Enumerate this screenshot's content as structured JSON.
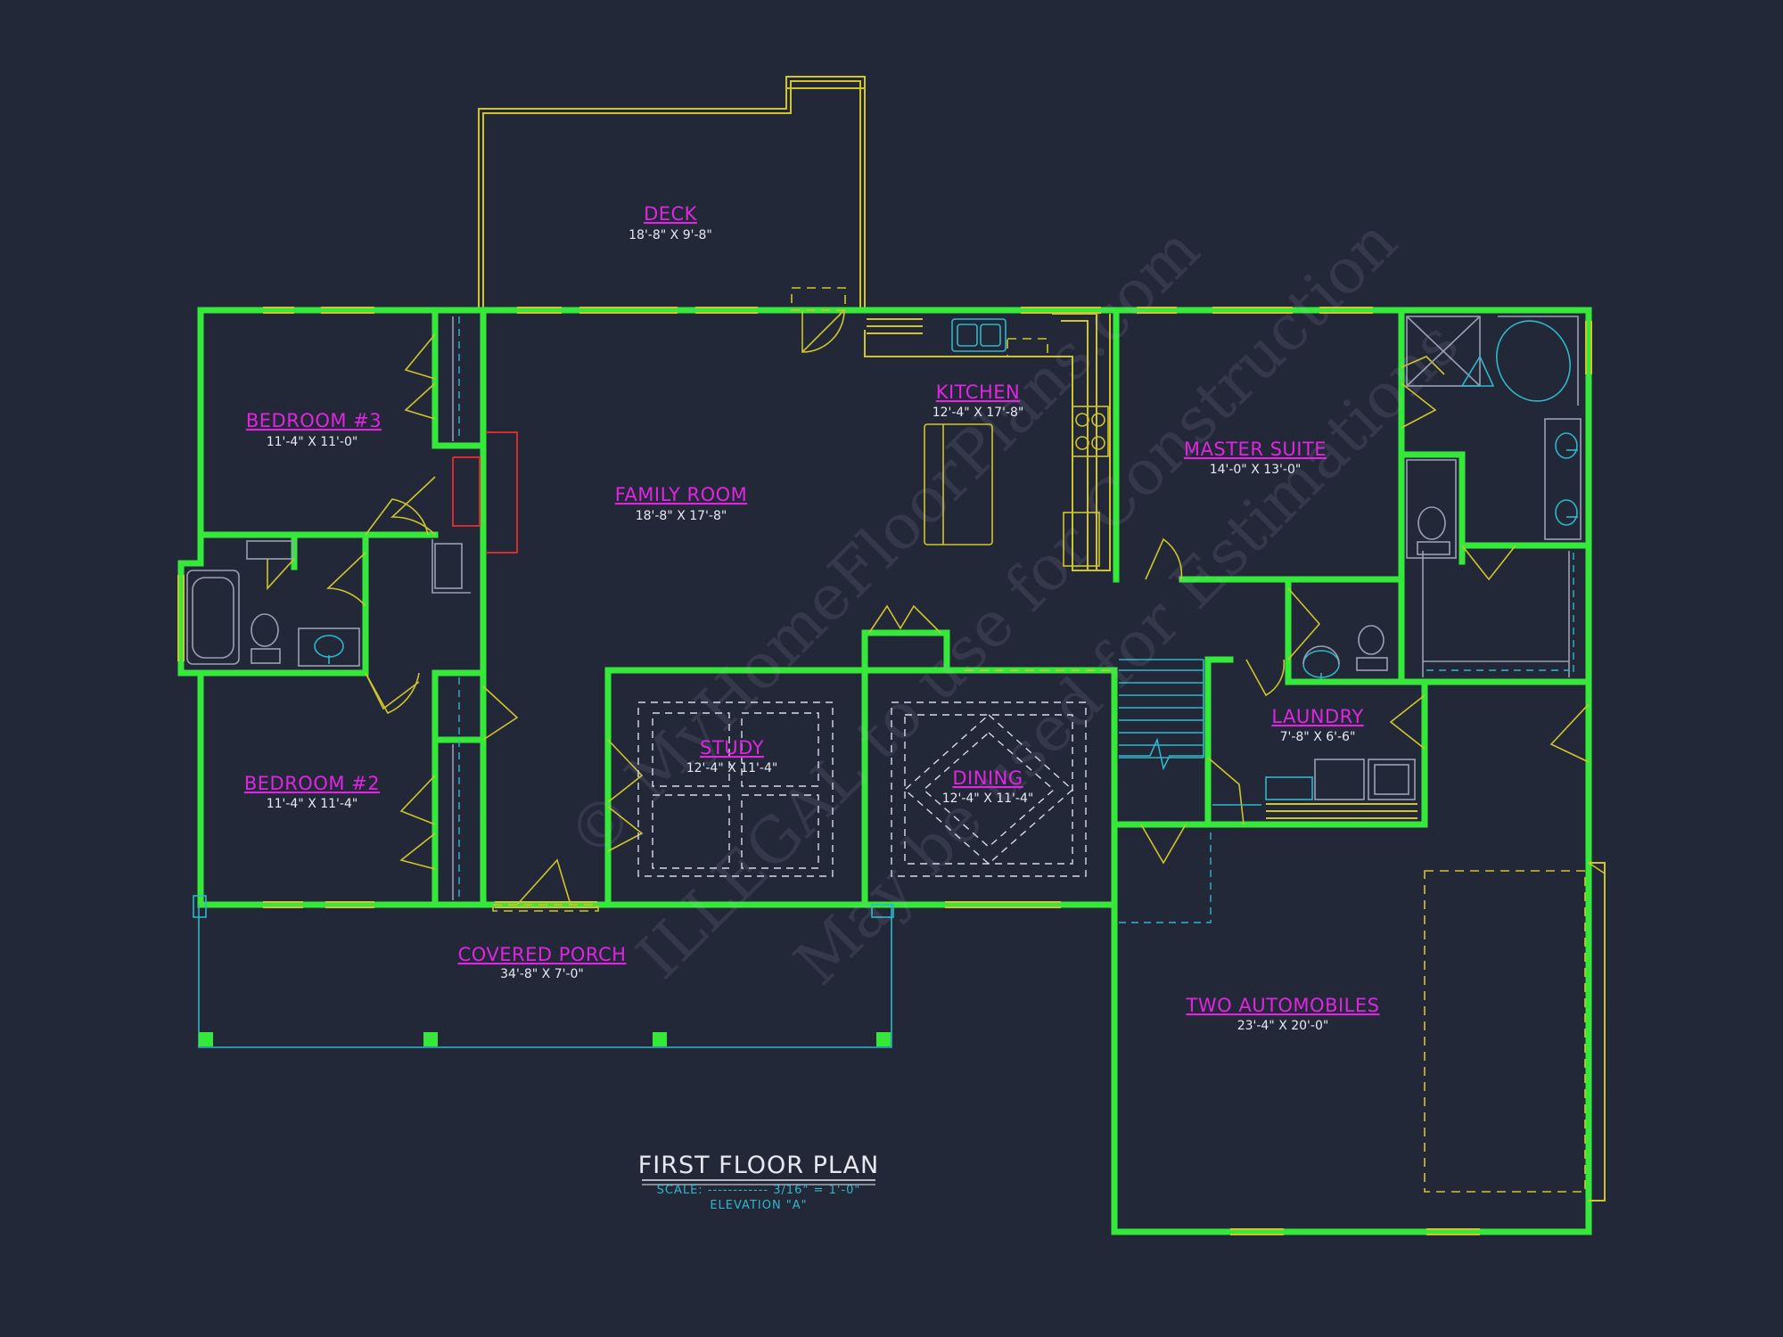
{
  "plan": {
    "title": "FIRST FLOOR PLAN",
    "scale": "SCALE: ------------ 3/16\" = 1'-0\"",
    "elevation": "ELEVATION \"A\""
  },
  "rooms": {
    "deck": {
      "name": "DECK",
      "dims": "18'-8\" X 9'-8\""
    },
    "bedroom3": {
      "name": "BEDROOM #3",
      "dims": "11'-4\" X 11'-0\""
    },
    "family": {
      "name": "FAMILY ROOM",
      "dims": "18'-8\" X 17'-8\""
    },
    "kitchen": {
      "name": "KITCHEN",
      "dims": "12'-4\" X 17'-8\""
    },
    "master": {
      "name": "MASTER SUITE",
      "dims": "14'-0\" X 13'-0\""
    },
    "study": {
      "name": "STUDY",
      "dims": "12'-4\" X 11'-4\""
    },
    "dining": {
      "name": "DINING",
      "dims": "12'-4\" X 11'-4\""
    },
    "laundry": {
      "name": "LAUNDRY",
      "dims": "7'-8\" X 6'-6\""
    },
    "bedroom2": {
      "name": "BEDROOM #2",
      "dims": "11'-4\" X 11'-4\""
    },
    "porch": {
      "name": "COVERED PORCH",
      "dims": "34'-8\" X 7'-0\""
    },
    "garage": {
      "name": "TWO AUTOMOBILES",
      "dims": "23'-4\" X 20'-0\""
    }
  },
  "watermark": {
    "line1": "© MyHomeFloorPlans.com",
    "line2": "ILLEGAL to use for Construction",
    "line3": "May be used for Estimations"
  },
  "colors": {
    "background": "#232839",
    "walls": "#35e83a",
    "room_labels": "#e025e0",
    "fixtures": "#cfc52a",
    "plumbing": "#2fb6c9"
  }
}
